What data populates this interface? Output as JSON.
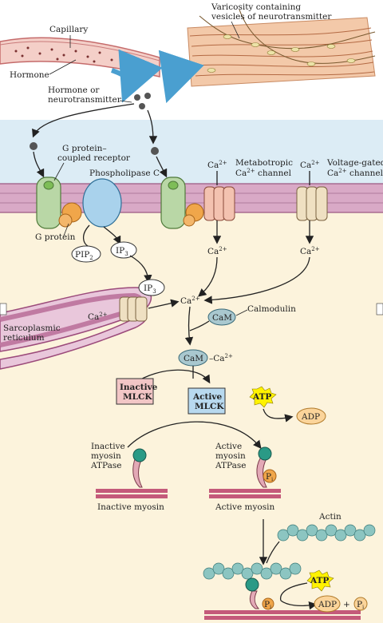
{
  "labels": {
    "capillary": "Capillary",
    "hormone": "Hormone",
    "varicosity_line1": "Varicosity containing",
    "varicosity_line2": "vesicles of neurotransmitter",
    "hormone_or_line1": "Hormone or",
    "hormone_or_line2": "neurotransmitter",
    "gpcr_line1": "G protein–",
    "gpcr_line2": "coupled receptor",
    "phospholipase_c": "Phospholipase C",
    "g_protein": "G protein",
    "pip2": "PIP",
    "pip2_sub": "2",
    "ip3": "IP",
    "ip3_sub": "3",
    "ca": "Ca",
    "ca_sup": "2+",
    "metabotropic_line1": "Metabotropic",
    "metabotropic_line2": "Ca",
    "metabotropic_line2_end": " channel",
    "voltage_line1": "Voltage-gated",
    "voltage_line2": "Ca",
    "voltage_line2_end": " channel",
    "sr_line1": "Sarcoplasmic",
    "sr_line2": "reticulum",
    "calmodulin": "Calmodulin",
    "cam": "CaM",
    "inactive_mlck_line1": "Inactive",
    "inactive_mlck_line2": "MLCK",
    "active_mlck_line1": "Active",
    "active_mlck_line2": "MLCK",
    "atp": "ATP",
    "adp": "ADP",
    "inactive_myosin_atpase_line1": "Inactive",
    "inactive_myosin_atpase_line2": "myosin",
    "inactive_myosin_atpase_line3": "ATPase",
    "active_myosin_atpase_line1": "Active",
    "active_myosin_atpase_line2": "myosin",
    "active_myosin_atpase_line3": "ATPase",
    "pi": "P",
    "pi_sub": "i",
    "inactive_myosin": "Inactive myosin",
    "active_myosin": "Active myosin",
    "actin": "Actin",
    "plus": "+"
  },
  "colors": {
    "extracellular_blue": "#dcecf5",
    "cytoplasm": "#fcf3dc",
    "membrane_pink": "#d9a9c6",
    "receptor_green": "#b9d7a6",
    "plc_blue": "#a9d2ec",
    "gprotein_orange": "#f0a64a",
    "inactive_mlck": "#f2c6c6",
    "active_mlck": "#b8d9ef",
    "atp_yellow": "#fff200",
    "adp_orange": "#fbd49a",
    "actin_teal": "#8cc5c1"
  }
}
